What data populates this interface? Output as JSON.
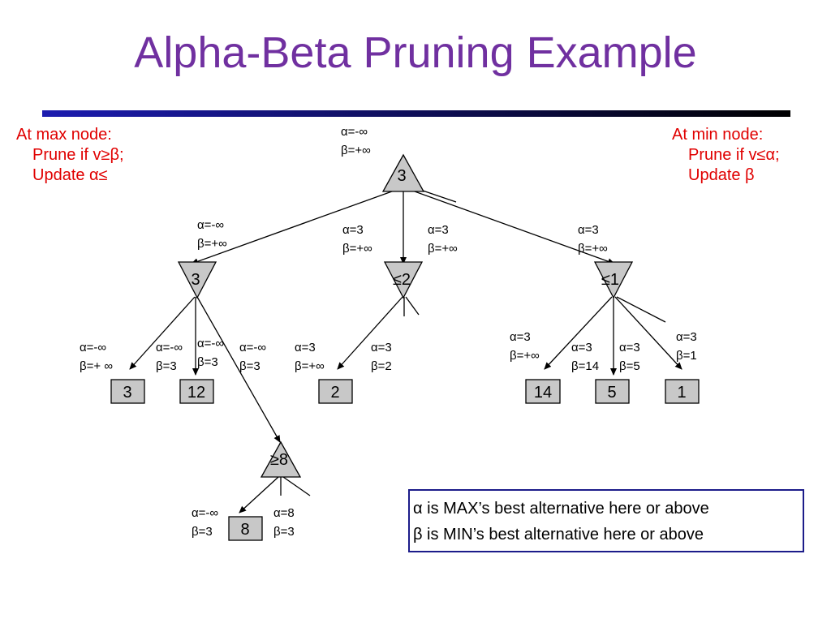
{
  "title": "Alpha-Beta Pruning Example",
  "notes": {
    "max_node": {
      "heading": "At max node:",
      "line1": "Prune if v≥β;",
      "line2": "Update α≤"
    },
    "min_node": {
      "heading": "At min node:",
      "line1": "Prune if v≤α;",
      "line2": "Update β"
    }
  },
  "legend": {
    "line1": "α is MAX’s best alternative here or above",
    "line2": "β is MIN’s best alternative here or above"
  },
  "tree": {
    "root": {
      "value": "3",
      "alpha": "α=-∞",
      "beta": "β=+∞"
    },
    "min_left": {
      "value": "3",
      "alpha": "α=-∞",
      "beta": "β=+∞"
    },
    "min_mid": {
      "value": "≤2",
      "alpha": "α=3",
      "beta": "β=+∞"
    },
    "min_mid_edge": {
      "alpha": "α=3",
      "beta": "β=+∞"
    },
    "min_right": {
      "value": "≤1",
      "alpha": "α=3",
      "beta": "β=+∞"
    },
    "leaf_3": {
      "value": "3",
      "alpha": "α=-∞",
      "beta": "β=+ ∞"
    },
    "leaf_12": {
      "value": "12",
      "alpha": "α=-∞",
      "beta": "β=3"
    },
    "edge_to_max8": {
      "alpha": "α=-∞",
      "beta": "β=3"
    },
    "edge_to_max8_b": {
      "alpha": "α=-∞",
      "beta": "β=3"
    },
    "leaf_2": {
      "value": "2",
      "alpha": "α=3",
      "beta": "β=+∞"
    },
    "leaf_2_after": {
      "alpha": "α=3",
      "beta": "β=2"
    },
    "leaf_14": {
      "value": "14",
      "alpha": "α=3",
      "beta": "β=+∞"
    },
    "leaf_5": {
      "value": "5",
      "alpha": "α=3",
      "beta": "β=14"
    },
    "leaf_1": {
      "value": "1",
      "alpha": "α=3",
      "beta": "β=5"
    },
    "leaf_1_after": {
      "alpha": "α=3",
      "beta": "β=1"
    },
    "max_8": {
      "value": "≥8"
    },
    "leaf_8": {
      "value": "8",
      "alpha": "α=-∞",
      "beta": "β=3"
    },
    "leaf_8_after": {
      "alpha": "α=8",
      "beta": "β=3"
    }
  },
  "colors": {
    "title": "#7030a0",
    "notes": "#e00000",
    "node_fill": "#c8c8c8",
    "legend_border": "#1c1c8a"
  }
}
